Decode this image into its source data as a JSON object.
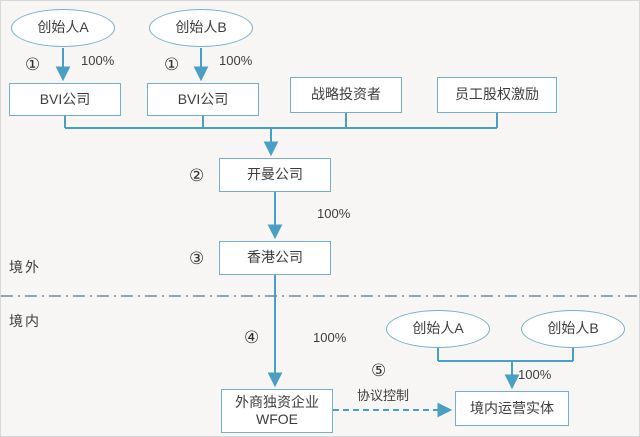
{
  "regions": {
    "offshore": "境外",
    "onshore": "境内"
  },
  "nodes": {
    "founder_a_top": "创始人A",
    "founder_b_top": "创始人B",
    "bvi_company_1": "BVI公司",
    "bvi_company_2": "BVI公司",
    "strategic_investor": "战略投资者",
    "employee_incentive": "员工股权激励",
    "cayman_company": "开曼公司",
    "hongkong_company": "香港公司",
    "wfoe_cn": "外商独资企业",
    "wfoe_en": "WFOE",
    "founder_a_bottom": "创始人A",
    "founder_b_bottom": "创始人B",
    "domestic_entity": "境内运营实体"
  },
  "labels": {
    "step1_left": "①",
    "step1_left_pct": "100%",
    "step1_right": "①",
    "step1_right_pct": "100%",
    "step2": "②",
    "step2_pct": "100%",
    "step3": "③",
    "step4": "④",
    "step4_pct": "100%",
    "step5": "⑤",
    "step5_control": "协议控制",
    "founders_pct": "100%"
  },
  "colors": {
    "arrow": "#4a9fc4",
    "node_border": "#76aec5",
    "boundary": "#6b8ba4",
    "text": "#3d3d3d",
    "background": "#f7f6f5"
  }
}
